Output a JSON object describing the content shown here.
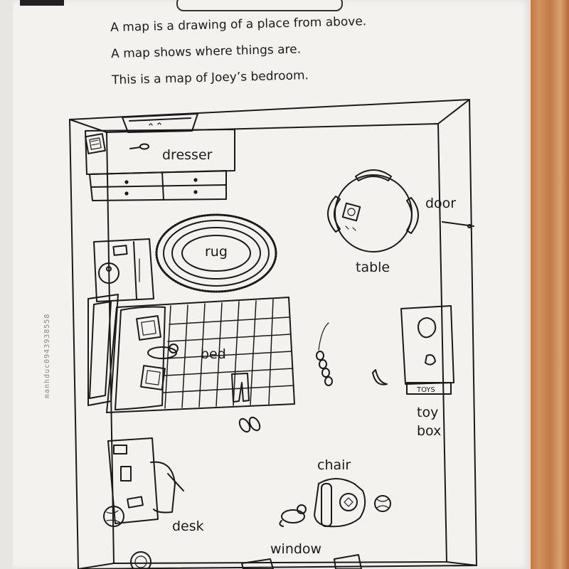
{
  "intro": {
    "line1": "A map is a drawing of a place from above.",
    "line2": "A map shows where things are.",
    "line3": "This is a map of Joey’s bedroom."
  },
  "map": {
    "labels": {
      "dresser": "dresser",
      "rug": "rug",
      "table": "table",
      "door": "door",
      "bed": "bed",
      "toy_box_line1": "toy",
      "toy_box_line2": "box",
      "toys_sign": "TOYS",
      "chair": "chair",
      "desk": "desk",
      "window": "window"
    }
  },
  "watermark": "manhduc0943938558"
}
